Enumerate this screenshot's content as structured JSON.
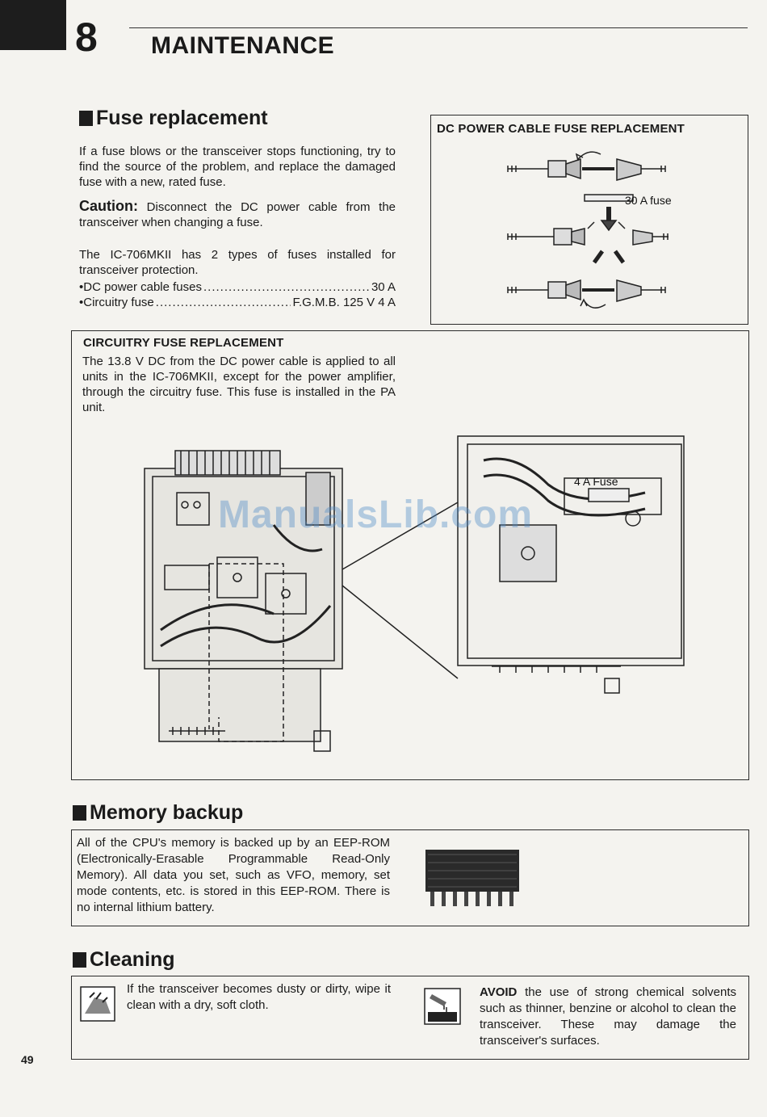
{
  "header": {
    "chapter_number": "8",
    "chapter_title": "MAINTENANCE"
  },
  "fuse_replacement": {
    "heading": "Fuse replacement",
    "intro": "If a fuse blows or the transceiver stops functioning, try to find the source of the problem, and replace the damaged fuse with a new, rated fuse.",
    "caution_label": "Caution:",
    "caution_text": "Disconnect the DC power cable from the transceiver when changing a fuse.",
    "types_text": "The IC-706MKII has 2 types of fuses installed for transceiver protection.",
    "fuses": [
      {
        "name": "•DC power cable fuses",
        "value": "30 A"
      },
      {
        "name": "•Circuitry fuse",
        "value": "F.G.M.B. 125 V 4 A"
      }
    ]
  },
  "dc_cable_box": {
    "title": "DC POWER CABLE FUSE REPLACEMENT",
    "fuse_label": "30 A fuse"
  },
  "circuitry_box": {
    "title": "CIRCUITRY FUSE REPLACEMENT",
    "text": "The 13.8 V DC from the DC power cable is applied to all units in the IC-706MKII, except for the power amplifier, through the circuitry fuse. This fuse is installed in the PA unit.",
    "fuse_label": "4 A Fuse"
  },
  "memory_backup": {
    "heading": "Memory backup",
    "text": "All of the CPU's memory is backed up by an EEP-ROM (Electronically-Erasable Programmable Read-Only Memory). All data you set, such as VFO, memory, set mode contents, etc. is stored in this EEP-ROM. There is no internal lithium battery."
  },
  "cleaning": {
    "heading": "Cleaning",
    "text": "If the transceiver becomes dusty or dirty, wipe it clean with a dry, soft cloth.",
    "avoid_label": "AVOID",
    "avoid_text": "the use of strong chemical solvents such as thinner, benzine or alcohol to clean the transceiver. These may damage the transceiver's surfaces."
  },
  "page_number": "49",
  "watermark": "ManualsLib.com"
}
